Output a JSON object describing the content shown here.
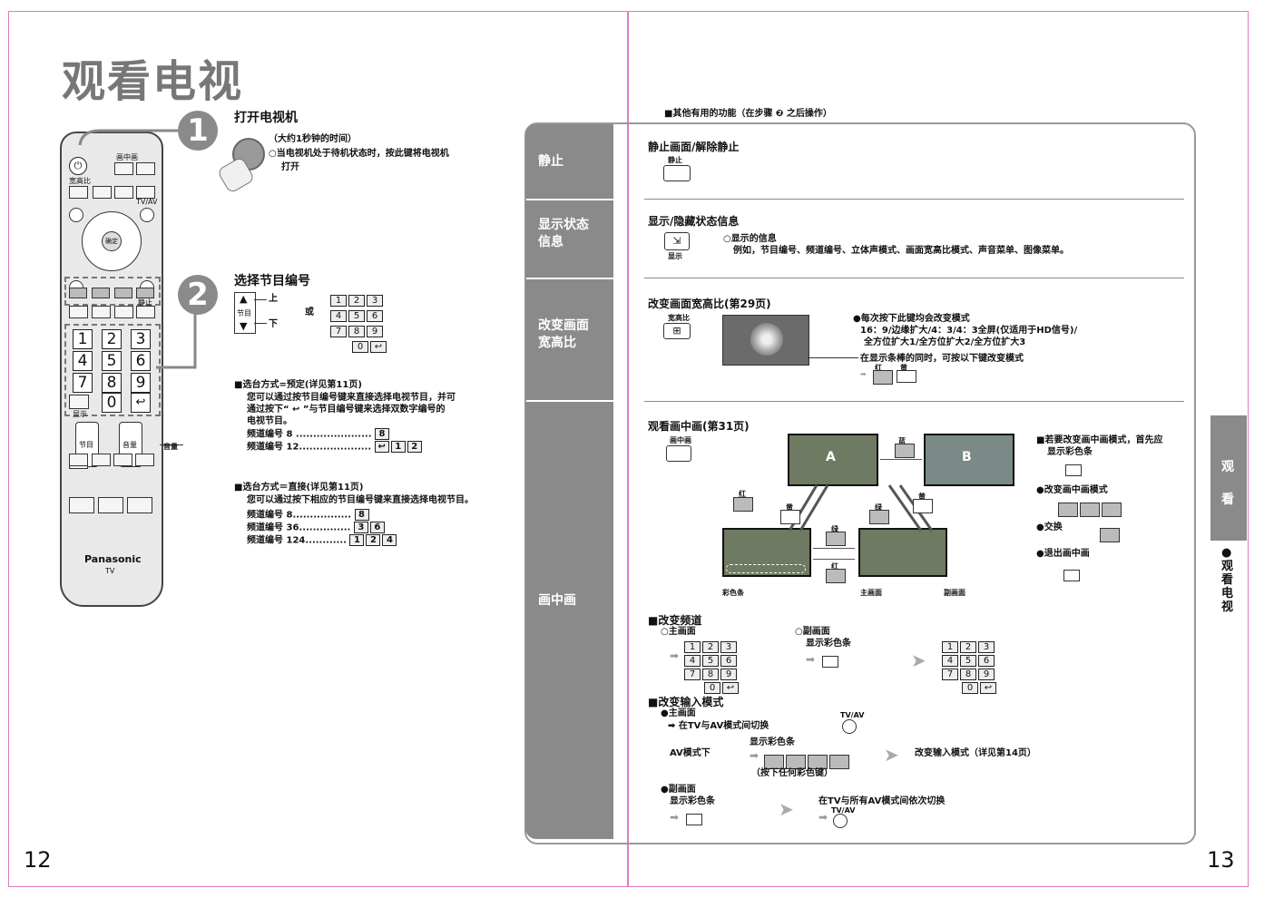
{
  "page_numbers": {
    "left": "12",
    "right": "13"
  },
  "left": {
    "title": "观看电视",
    "step1": {
      "num": "1",
      "heading": "打开电视机",
      "note1": "（大约1秒钟的时间）",
      "note2": "○当电视机处于待机状态时，按此键将电视机",
      "note3": "打开"
    },
    "step2": {
      "num": "2",
      "heading": "选择节目编号",
      "up": "上",
      "down": "下",
      "or": "或",
      "prog_label": "节目",
      "keys": [
        [
          "1",
          "2",
          "3"
        ],
        [
          "4",
          "5",
          "6"
        ],
        [
          "7",
          "8",
          "9"
        ],
        [
          "0",
          "↩"
        ]
      ]
    },
    "preset": {
      "heading": "■选台方式=预定(详见第11页)",
      "desc1": "您可以通过按节目编号键来直接选择电视节目，并可",
      "desc2": "通过按下“ ↩ ”与节目编号键来选择双数字编号的",
      "desc3": "电视节目。",
      "rows": [
        {
          "label": "频道编号 8 ......................",
          "keys": [
            "8"
          ]
        },
        {
          "label": "频道编号 12.....................",
          "keys": [
            "↩",
            "1",
            "2"
          ]
        }
      ]
    },
    "direct": {
      "heading": "■选台方式＝直接(详见第11页)",
      "desc": "您可以通过按下相应的节目编号键来直接选择电视节目。",
      "rows": [
        {
          "label": "频道编号 8.................",
          "keys": [
            "8"
          ]
        },
        {
          "label": "频道编号 36...............",
          "keys": [
            "3",
            "6"
          ]
        },
        {
          "label": "频道编号 124............",
          "keys": [
            "1",
            "2",
            "4"
          ]
        }
      ]
    },
    "remote": {
      "brand": "Panasonic",
      "model": "TV",
      "display_label": "显示",
      "tvav": "TV/AV",
      "aspect": "宽高比",
      "pip": "画中画",
      "ok": "确定",
      "prog": "节目",
      "vol": "音量",
      "vol_callout": "音量",
      "freeze": "静止",
      "keys": [
        "1",
        "2",
        "3",
        "4",
        "5",
        "6",
        "7",
        "8",
        "9",
        "0",
        "↩"
      ]
    }
  },
  "right": {
    "header": "■其他有用的功能（在步骤 ❷ 之后操作）",
    "tabs": [
      "静止",
      "显示状态\n信息",
      "改变画面\n宽高比",
      "画中画"
    ],
    "freeze": {
      "heading": "静止画面/解除静止",
      "key_label": "静止"
    },
    "display": {
      "heading": "显示/隐藏状态信息",
      "line1": "○显示的信息",
      "line2": "例如，节目编号、频道编号、立体声模式、画面宽高比模式、声音菜单、图像菜单。",
      "key_label": "显示"
    },
    "aspect": {
      "heading": "改变画面宽高比(第29页)",
      "key_label": "宽高比",
      "line1": "●每次按下此键均会改变模式",
      "line2": "16：9/边缘扩大/4：3/4：3全屏(仅适用于HD信号)/",
      "line3": "全方位扩大1/全方位扩大2/全方位扩大3",
      "line4": "在显示条棒的同时，可按以下键改变模式",
      "btn_red": "红",
      "btn_yellow": "黄"
    },
    "pip": {
      "heading": "观看画中画(第31页)",
      "key_label": "画中画",
      "screen_a": "A",
      "screen_b": "B",
      "labels": {
        "color_bar": "彩色条",
        "main": "主画面",
        "sub": "副画面"
      },
      "btn": {
        "red": "红",
        "green": "绿",
        "yellow": "黄",
        "blue": "蓝"
      },
      "side_note1": "■若要改变画中画模式，首先应",
      "side_note2": "显示彩色条",
      "side_change": "●改变画中画模式",
      "side_swap": "●交换",
      "side_exit": "●退出画中画",
      "change_ch": {
        "heading": "■改变频道",
        "main": "○主画面",
        "sub": "○副画面",
        "sub2": "显示彩色条"
      },
      "change_input": {
        "heading": "■改变输入模式",
        "main": "●主画面",
        "main_switch": "➡ 在TV与AV模式间切换",
        "tvav": "TV/AV",
        "av_mode": "AV模式下",
        "show_bar": "显示彩色条",
        "press_any": "（按下任何彩色键）",
        "change_input_note": "改变输入模式（详见第14页）",
        "sub": "●副画面",
        "sub_show": "显示彩色条",
        "sub_switch": "在TV与所有AV模式间依次切换"
      }
    },
    "side_tab": {
      "label1": "观",
      "label2": "看",
      "vertical": "●观看电视"
    }
  }
}
